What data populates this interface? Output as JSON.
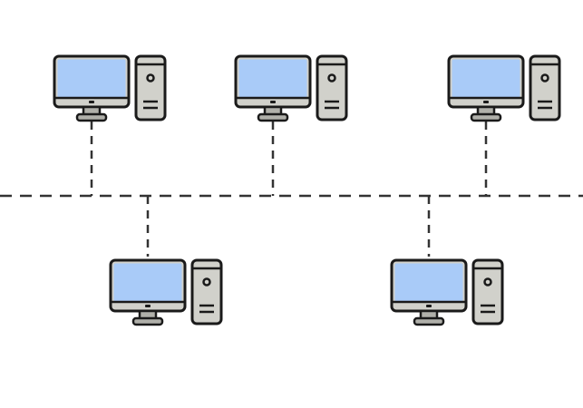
{
  "diagram": {
    "type": "bus-network-topology",
    "colors": {
      "background": "#ffffff",
      "outline": "#1a1a1a",
      "screen": "#a9cbf8",
      "monitor_frame": "#d1d1cb",
      "stand": "#b0b0aa",
      "tower": "#d1d1cb",
      "link": "#333333"
    },
    "bus": {
      "style": "dashed",
      "label": ""
    },
    "nodes": [
      {
        "id": "pc-1",
        "icon": "desktop-computer-icon",
        "row": "top",
        "label": ""
      },
      {
        "id": "pc-2",
        "icon": "desktop-computer-icon",
        "row": "top",
        "label": ""
      },
      {
        "id": "pc-3",
        "icon": "desktop-computer-icon",
        "row": "top",
        "label": ""
      },
      {
        "id": "pc-4",
        "icon": "desktop-computer-icon",
        "row": "bottom",
        "label": ""
      },
      {
        "id": "pc-5",
        "icon": "desktop-computer-icon",
        "row": "bottom",
        "label": ""
      }
    ],
    "links": [
      {
        "from": "pc-1",
        "to": "bus",
        "style": "dashed"
      },
      {
        "from": "pc-2",
        "to": "bus",
        "style": "dashed"
      },
      {
        "from": "pc-3",
        "to": "bus",
        "style": "dashed"
      },
      {
        "from": "pc-4",
        "to": "bus",
        "style": "dashed"
      },
      {
        "from": "pc-5",
        "to": "bus",
        "style": "dashed"
      }
    ]
  }
}
